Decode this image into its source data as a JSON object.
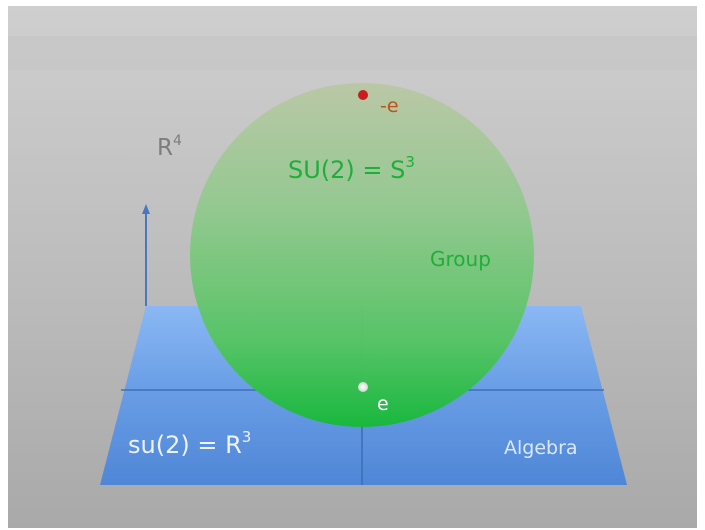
{
  "labels": {
    "r4_base": "R",
    "r4_exp": "4",
    "group_eq": "SU(2) = S",
    "group_exp": "3",
    "group_word": "Group",
    "neg_e": "-e",
    "e": "e",
    "algebra_eq": "su(2) = R",
    "algebra_exp": "3",
    "algebra_word": "Algebra"
  },
  "colors": {
    "sphere_green": "#2dbf4a",
    "label_green": "#1fae3a",
    "plane_blue": "#5f95df",
    "arrow_blue": "#4a78c0",
    "neg_e_point": "#c81e1e",
    "neg_e_text": "#b8531a",
    "e_point": "#e8ece8",
    "algebra_text": "#dce8ff"
  }
}
